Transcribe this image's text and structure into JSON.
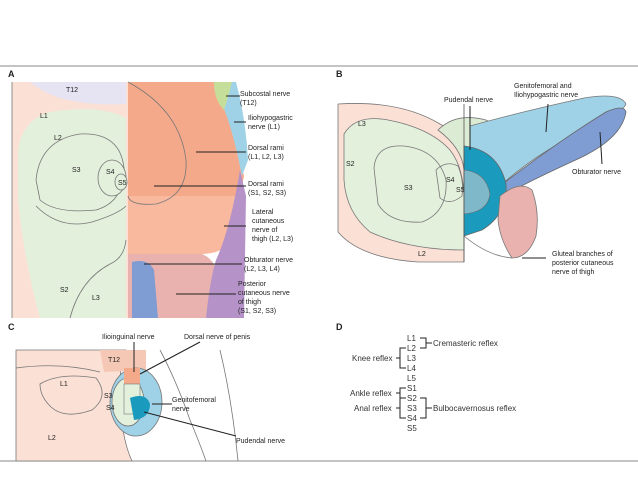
{
  "panels": {
    "a": {
      "letter": "A",
      "dermatomes": {
        "t12": "T12",
        "l1": "L1",
        "l2": "L2",
        "s3": "S3",
        "s4": "S4",
        "s5": "S5",
        "s2": "S2",
        "l3": "L3"
      },
      "labels": [
        [
          "Subcostal nerve",
          "(T12)"
        ],
        [
          "Iliohypogastric",
          "nerve (L1)"
        ],
        [
          "Dorsal rami",
          "(L1, L2, L3)"
        ],
        [
          "Dorsal rami",
          "(S1, S2, S3)"
        ],
        [
          "Lateral",
          "cutaneous",
          "nerve of",
          "thigh (L2, L3)"
        ],
        [
          "Obturator nerve",
          "(L2, L3, L4)"
        ],
        [
          "Posterior",
          "cutaneous nerve",
          "of thigh",
          "(S1, S2, S3)"
        ]
      ]
    },
    "b": {
      "letter": "B",
      "dermatomes": {
        "l3": "L3",
        "s2": "S2",
        "s3": "S3",
        "s4": "S4",
        "s5": "S5",
        "l2": "L2"
      },
      "labels": [
        [
          "Pudendal nerve"
        ],
        [
          "Genitofemoral and",
          "Iliohypogastric nerve"
        ],
        [
          "Obturator nerve"
        ],
        [
          "Gluteal branches of",
          "posterior cutaneous",
          "nerve of thigh"
        ]
      ]
    },
    "c": {
      "letter": "C",
      "dermatomes": {
        "t12": "T12",
        "l1": "L1",
        "l2": "L2",
        "s3": "S3",
        "s4": "S4"
      },
      "labels": [
        [
          "Ilioinguinal nerve"
        ],
        [
          "Dorsal nerve of penis"
        ],
        [
          "Genitofemoral",
          "nerve"
        ],
        [
          "Pudendal nerve"
        ]
      ]
    },
    "d": {
      "letter": "D",
      "segments": [
        "L1",
        "L2",
        "L3",
        "L4",
        "L5",
        "S1",
        "S2",
        "S3",
        "S4",
        "S5"
      ],
      "reflexes": {
        "cremasteric": "Cremasteric reflex",
        "knee": "Knee reflex",
        "ankle": "Ankle reflex",
        "anal": "Anal reflex",
        "bulbocavernosus": "Bulbocavernosus reflex"
      }
    }
  },
  "colors": {
    "salmon": "#f4a98a",
    "lightpink": "#fbe0d5",
    "lightgreen": "#e3f0dc",
    "lavender": "#e6e3f3",
    "skyblue": "#9fd2e6",
    "blue": "#7f9cd3",
    "purple": "#b592c8",
    "teal": "#1a9bbd",
    "rose": "#e9b2ae"
  }
}
